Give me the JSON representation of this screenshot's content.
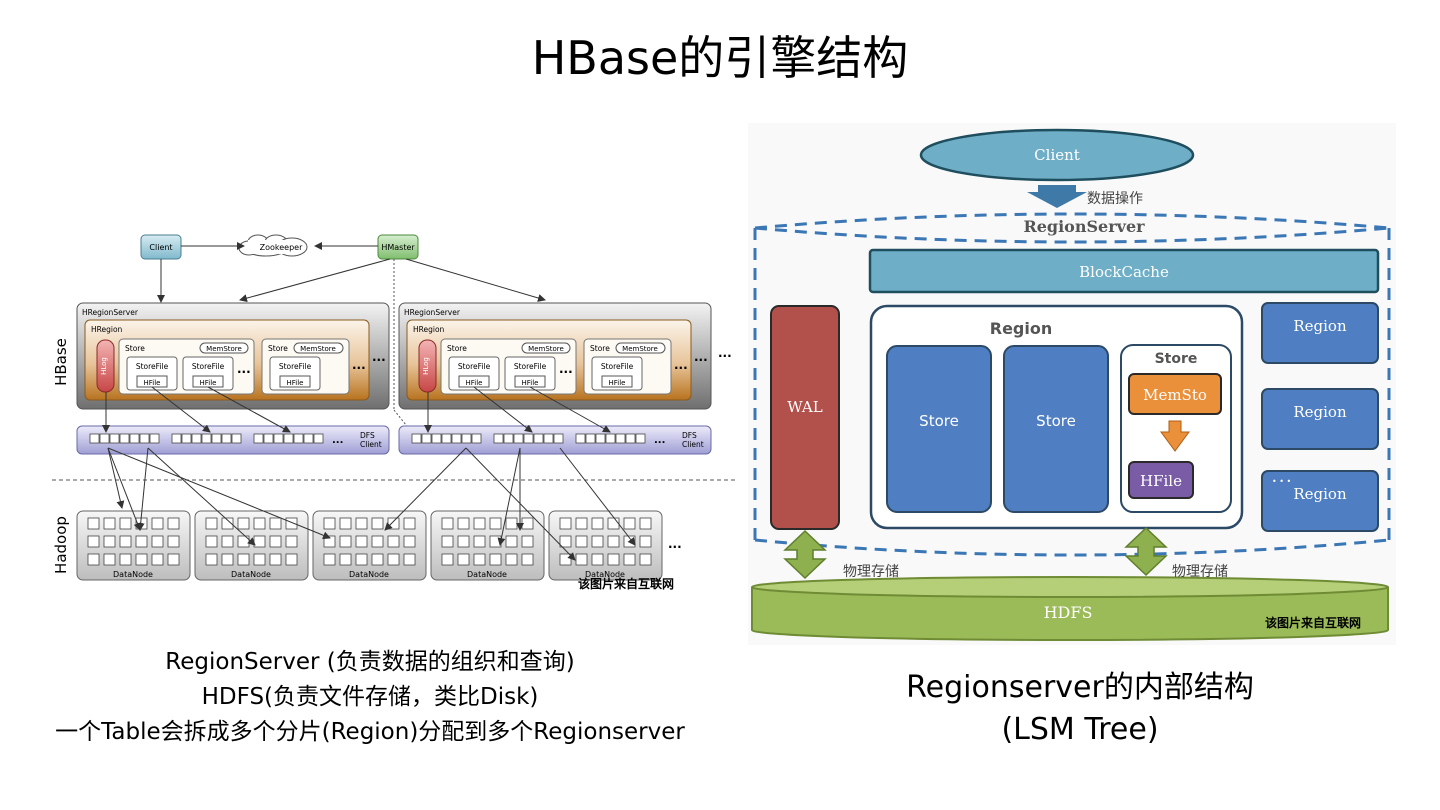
{
  "slide": {
    "title": "HBase的引擎结构"
  },
  "left_diagram": {
    "client": "Client",
    "zookeeper": "Zookeeper",
    "hmaster": "HMaster",
    "layer_hbase": "HBase",
    "layer_hadoop": "Hadoop",
    "regionservers": [
      {
        "title": "HRegionServer",
        "region": "HRegion",
        "hlog": "HLog",
        "stores": [
          {
            "label": "Store",
            "memstore": "MemStore",
            "storefiles": [
              "StoreFile",
              "StoreFile"
            ],
            "hfiles": [
              "HFile",
              "HFile"
            ]
          },
          {
            "label": "Store",
            "memstore": "MemStore",
            "storefiles": [
              "StoreFile"
            ],
            "hfiles": [
              "HFile"
            ]
          }
        ],
        "dfs_client": [
          "DFS",
          "Client"
        ]
      },
      {
        "title": "HRegionServer",
        "region": "HRegion",
        "hlog": "HLog",
        "stores": [
          {
            "label": "Store",
            "memstore": "MemStore",
            "storefiles": [
              "StoreFile",
              "StoreFile"
            ],
            "hfiles": [
              "HFile",
              "HFile"
            ]
          },
          {
            "label": "Store",
            "memstore": "MemStore",
            "storefiles": [
              "StoreFile"
            ],
            "hfiles": [
              "HFile"
            ]
          }
        ],
        "dfs_client": [
          "DFS",
          "Client"
        ]
      }
    ],
    "datanodes": [
      "DataNode",
      "DataNode",
      "DataNode",
      "DataNode",
      "DataNode"
    ],
    "ellipsis": "...",
    "watermark": "该图片来自互联网"
  },
  "right_diagram": {
    "client": "Client",
    "data_op": "数据操作",
    "regionserver": "RegionServer",
    "blockcache": "BlockCache",
    "wal": "WAL",
    "region": "Region",
    "store_a": "Store",
    "store_b": "Store",
    "store_c": "Store",
    "memstore": "MemSto",
    "hfile": "HFile",
    "side_regions": [
      "Region",
      "Region",
      "Region"
    ],
    "dots": "• • •",
    "storage_left": "物理存储",
    "storage_right": "物理存储",
    "hdfs": "HDFS",
    "watermark": "该图片来自互联网"
  },
  "left_caption": [
    "RegionServer (负责数据的组织和查询)",
    "HDFS(负责文件存储，类比Disk)",
    "一个Table会拆成多个分片(Region)分配到多个Regionserver"
  ],
  "right_caption": [
    "Regionserver的内部结构",
    "(LSM Tree)"
  ]
}
